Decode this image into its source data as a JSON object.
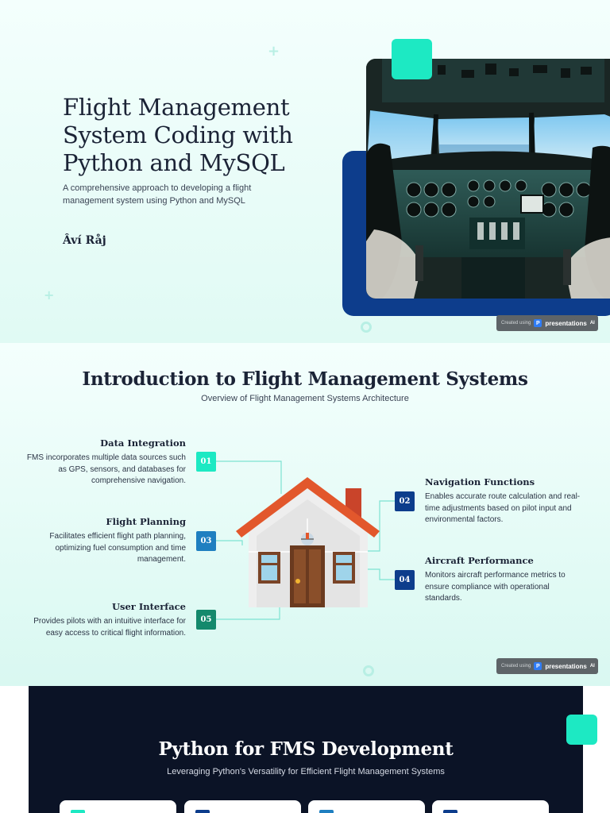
{
  "slide1": {
    "title": "Flight Management System Coding with Python and MySQL",
    "subtitle": "A comprehensive approach to developing a flight management system using Python and MySQL",
    "author": "Âví Råj",
    "image_alt": "Aircraft cockpit instrument panel"
  },
  "badge": {
    "created_using": "Created using",
    "brand": "presentations",
    "brand_suffix": "AI",
    "logo_letter": "P"
  },
  "slide2": {
    "title": "Introduction to Flight Management Systems",
    "subtitle": "Overview of Flight Management Systems Architecture",
    "features": [
      {
        "num": "01",
        "title": "Data Integration",
        "desc": "FMS incorporates multiple data sources such as GPS, sensors, and databases for comprehensive navigation.",
        "color": "#1de9c3"
      },
      {
        "num": "02",
        "title": "Navigation Functions",
        "desc": "Enables accurate route calculation and real-time adjustments based on pilot input and environmental factors.",
        "color": "#0d3d8c"
      },
      {
        "num": "03",
        "title": "Flight Planning",
        "desc": "Facilitates efficient flight path planning, optimizing fuel consumption and time management.",
        "color": "#1f7fc0"
      },
      {
        "num": "04",
        "title": "Aircraft Performance",
        "desc": "Monitors aircraft performance metrics to ensure compliance with operational standards.",
        "color": "#0d3d8c"
      },
      {
        "num": "05",
        "title": "User Interface",
        "desc": "Provides pilots with an intuitive interface for easy access to critical flight information.",
        "color": "#14896c"
      }
    ]
  },
  "slide3": {
    "title": "Python for FMS Development",
    "subtitle": "Leveraging Python's Versatility for Efficient Flight Management Systems",
    "card_icon_colors": [
      "#1de9c3",
      "#0d3d8c",
      "#1f7fc0",
      "#0d3d8c"
    ]
  }
}
